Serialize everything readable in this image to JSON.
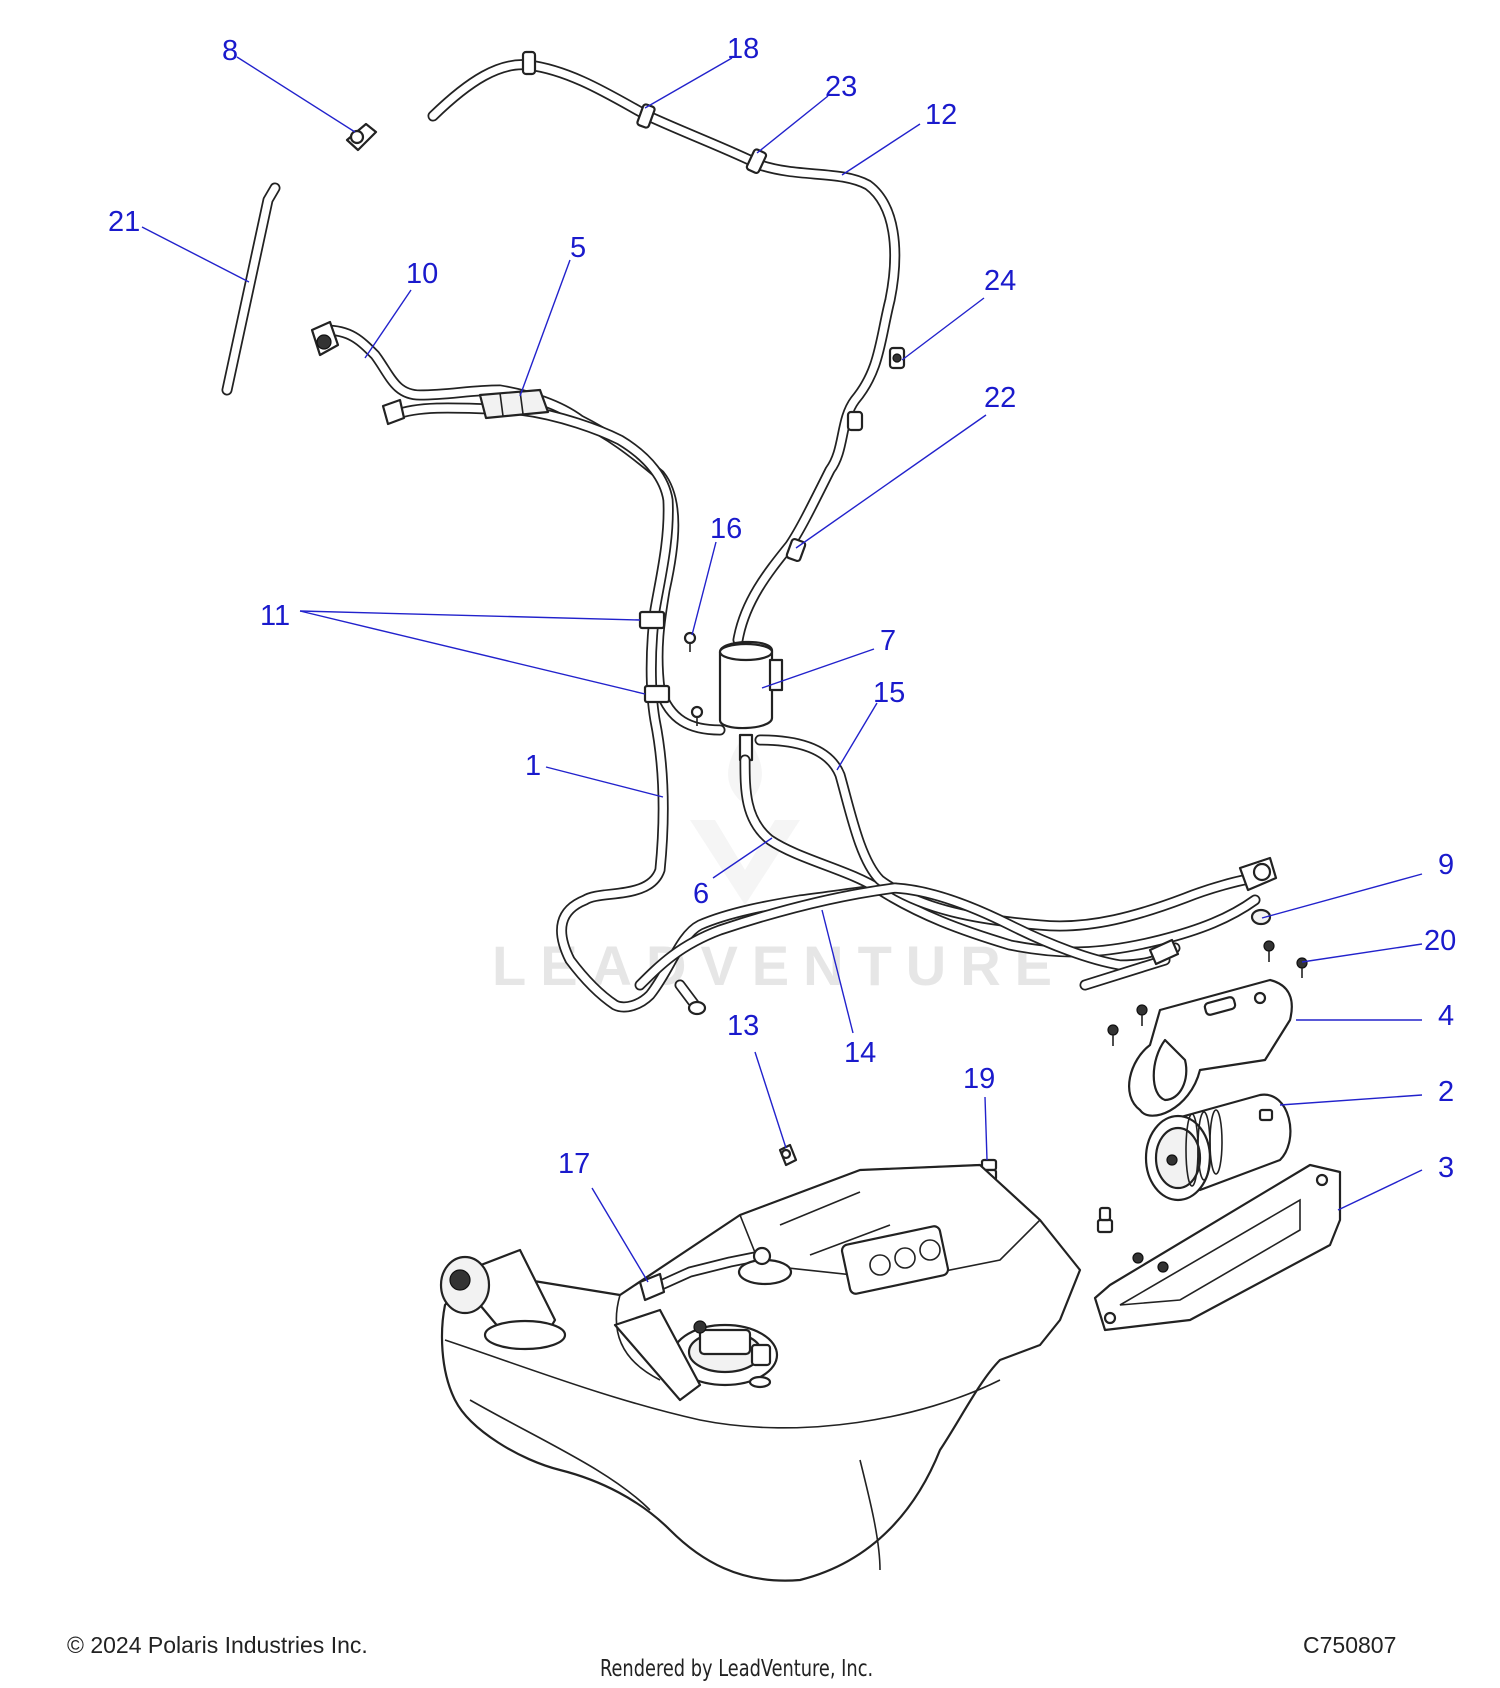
{
  "watermark": {
    "text": "LEADVENTURE"
  },
  "callouts": [
    {
      "id": "1",
      "label": "1"
    },
    {
      "id": "2",
      "label": "2"
    },
    {
      "id": "3",
      "label": "3"
    },
    {
      "id": "4",
      "label": "4"
    },
    {
      "id": "5",
      "label": "5"
    },
    {
      "id": "6",
      "label": "6"
    },
    {
      "id": "7",
      "label": "7"
    },
    {
      "id": "8",
      "label": "8"
    },
    {
      "id": "9",
      "label": "9"
    },
    {
      "id": "10",
      "label": "10"
    },
    {
      "id": "11",
      "label": "11"
    },
    {
      "id": "12",
      "label": "12"
    },
    {
      "id": "13",
      "label": "13"
    },
    {
      "id": "14",
      "label": "14"
    },
    {
      "id": "15",
      "label": "15"
    },
    {
      "id": "16",
      "label": "16"
    },
    {
      "id": "17",
      "label": "17"
    },
    {
      "id": "18",
      "label": "18"
    },
    {
      "id": "19",
      "label": "19"
    },
    {
      "id": "20",
      "label": "20"
    },
    {
      "id": "21",
      "label": "21"
    },
    {
      "id": "22",
      "label": "22"
    },
    {
      "id": "23",
      "label": "23"
    },
    {
      "id": "24",
      "label": "24"
    }
  ],
  "footer": {
    "copyright": "© 2024 Polaris Industries Inc.",
    "diagram_id": "C750807",
    "rendered_by": "Rendered by LeadVenture, Inc."
  },
  "colors": {
    "callout": "#1a1acc",
    "line_art": "#222222",
    "watermark": "#e6e6e6"
  }
}
